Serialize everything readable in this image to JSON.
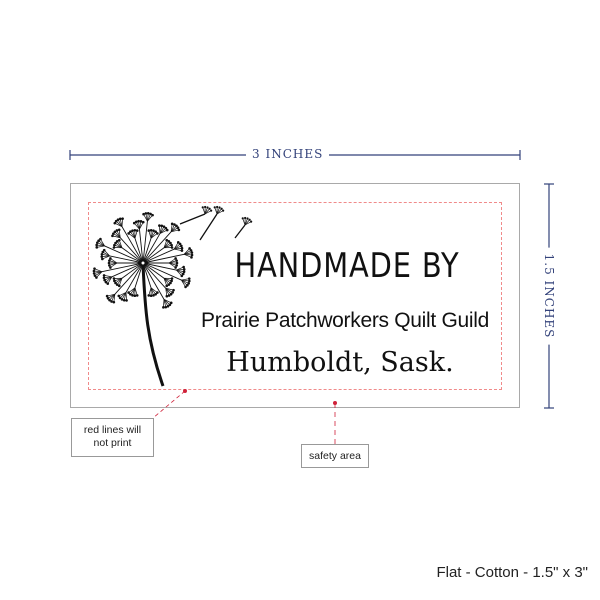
{
  "dimensions": {
    "width_label": "3 INCHES",
    "height_label": "1.5 INCHES"
  },
  "label": {
    "line1": "HANDMADE BY",
    "line2": "Prairie Patchworkers Quilt Guild",
    "line3": "Humboldt, Sask."
  },
  "callouts": {
    "red_lines": "red lines will not print",
    "safety": "safety area"
  },
  "footer": "Flat - Cotton - 1.5\" x 3\"",
  "colors": {
    "dimension": "#33427a",
    "safety_line": "#f08a8a",
    "marker": "#d0223a"
  }
}
